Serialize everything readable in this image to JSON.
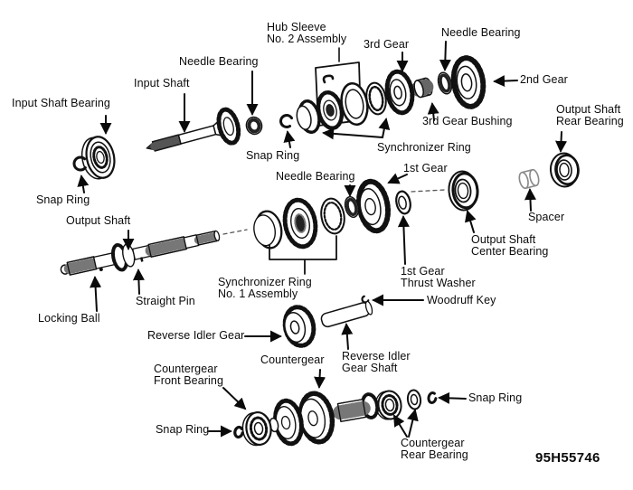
{
  "figure": {
    "part_code": "95H55746"
  },
  "labels": {
    "hub_sleeve_no2": "Hub Sleeve\nNo. 2 Assembly",
    "needle_bearing_top": "Needle Bearing",
    "input_shaft": "Input Shaft",
    "input_shaft_bearing": "Input Shaft Bearing",
    "third_gear": "3rd Gear",
    "needle_bearing_right": "Needle Bearing",
    "second_gear": "2nd Gear",
    "third_gear_bushing": "3rd Gear Bushing",
    "output_shaft_rear_bearing": "Output Shaft\nRear Bearing",
    "synchronizer_ring": "Synchronizer Ring",
    "snap_ring_mid": "Snap Ring",
    "snap_ring_left": "Snap Ring",
    "needle_bearing_mid": "Needle Bearing",
    "first_gear": "1st Gear",
    "spacer": "Spacer",
    "output_shaft_center_bearing": "Output Shaft\nCenter Bearing",
    "first_gear_thrust_washer": "1st Gear\nThrust Washer",
    "sync_ring_no1_assembly": "Synchronizer Ring\nNo. 1 Assembly",
    "output_shaft": "Output Shaft",
    "straight_pin": "Straight Pin",
    "locking_ball": "Locking Ball",
    "reverse_idler_gear": "Reverse Idler Gear",
    "woodruff_key": "Woodruff Key",
    "countergear": "Countergear",
    "reverse_idler_gear_shaft": "Reverse Idler\nGear Shaft",
    "countergear_front_bearing": "Countergear\nFront Bearing",
    "snap_ring_bottom_left": "Snap Ring",
    "snap_ring_bottom_right": "Snap Ring",
    "countergear_rear_bearing": "Countergear\nRear Bearing"
  }
}
